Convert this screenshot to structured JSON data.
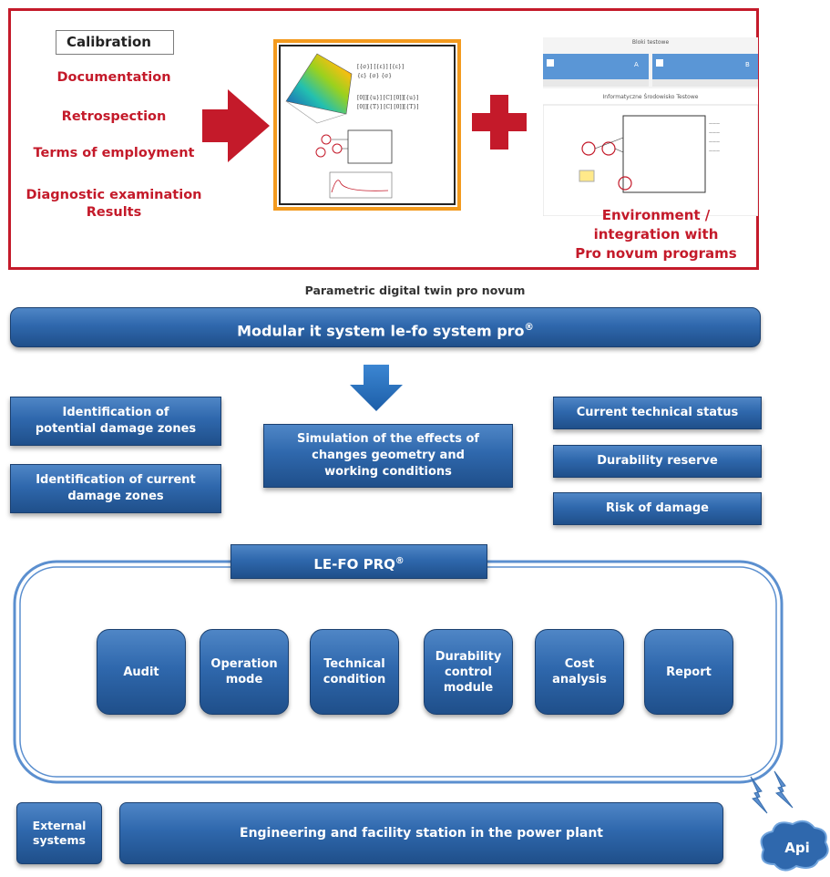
{
  "top_panel": {
    "calibration": "Calibration",
    "inputs": [
      "Documentation",
      "Retrospection",
      "Terms of employment",
      "Diagnostic examination Results"
    ],
    "environment_lines": [
      "Environment /",
      "integration with",
      "Pro novum programs"
    ],
    "app_screenshot": {
      "heading": "Bloki testowe",
      "tile_a": "A",
      "tile_b": "B",
      "subheading": "Informatyczne Środowisko Testowe"
    }
  },
  "caption": "Parametric digital twin pro novum",
  "modular_bar": {
    "text": "Modular it system le-fo system pro",
    "mark": "®"
  },
  "left_boxes": [
    {
      "lines": [
        "Identification of",
        "potential damage zones"
      ]
    },
    {
      "lines": [
        "Identification of current",
        "damage zones"
      ]
    }
  ],
  "center_box": {
    "lines": [
      "Simulation of the effects of",
      "changes geometry and",
      "working conditions"
    ]
  },
  "right_boxes": [
    "Current technical status",
    "Durability reserve",
    "Risk of damage"
  ],
  "prq": {
    "title": "LE-FO PRQ",
    "mark": "®"
  },
  "modules": [
    {
      "lines": [
        "Audit"
      ]
    },
    {
      "lines": [
        "Operation",
        "mode"
      ]
    },
    {
      "lines": [
        "Technical",
        "condition"
      ]
    },
    {
      "lines": [
        "Durability",
        "control",
        "module"
      ]
    },
    {
      "lines": [
        "Cost",
        "analysis"
      ]
    },
    {
      "lines": [
        "Report"
      ]
    }
  ],
  "external": {
    "lines": [
      "External",
      "systems"
    ]
  },
  "station": "Engineering and facility station in the power plant",
  "api": "Api",
  "colors": {
    "red": "#c41a2a",
    "orange": "#f39a1e",
    "blue": "#2f68ad",
    "dark_blue": "#1b4070"
  },
  "icons": [
    "right-arrow-icon",
    "plus-icon",
    "down-arrow-icon",
    "lightning-icon",
    "cloud-icon"
  ]
}
